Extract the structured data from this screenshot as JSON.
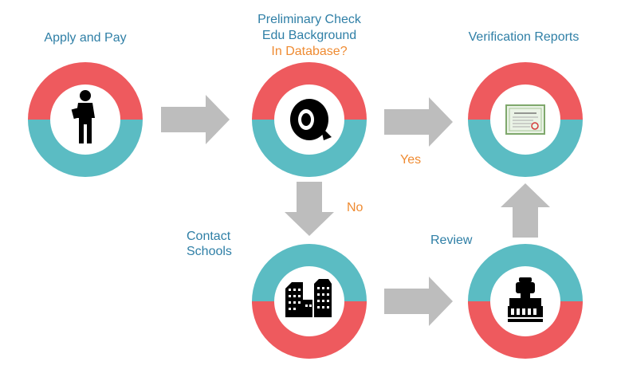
{
  "colors": {
    "ring_red": "#ee5a5e",
    "ring_teal": "#5bbcc3",
    "arrow_gray": "#bdbdbd",
    "label_blue": "#2f7fa6",
    "label_orange": "#ef8b32"
  },
  "steps": {
    "apply": {
      "label": "Apply and Pay",
      "icon": "person-with-papers-icon"
    },
    "check": {
      "label_line1": "Preliminary Check",
      "label_line2": "Edu Background",
      "label_line3": "In Database?",
      "icon": "tape-roll-icon"
    },
    "reports": {
      "label": "Verification Reports",
      "icon": "certificate-icon"
    },
    "contact": {
      "label_line1": "Contact",
      "label_line2": "Schools",
      "icon": "buildings-icon"
    },
    "review": {
      "label": "Review",
      "icon": "stamp-icon"
    }
  },
  "branches": {
    "yes": "Yes",
    "no": "No"
  }
}
